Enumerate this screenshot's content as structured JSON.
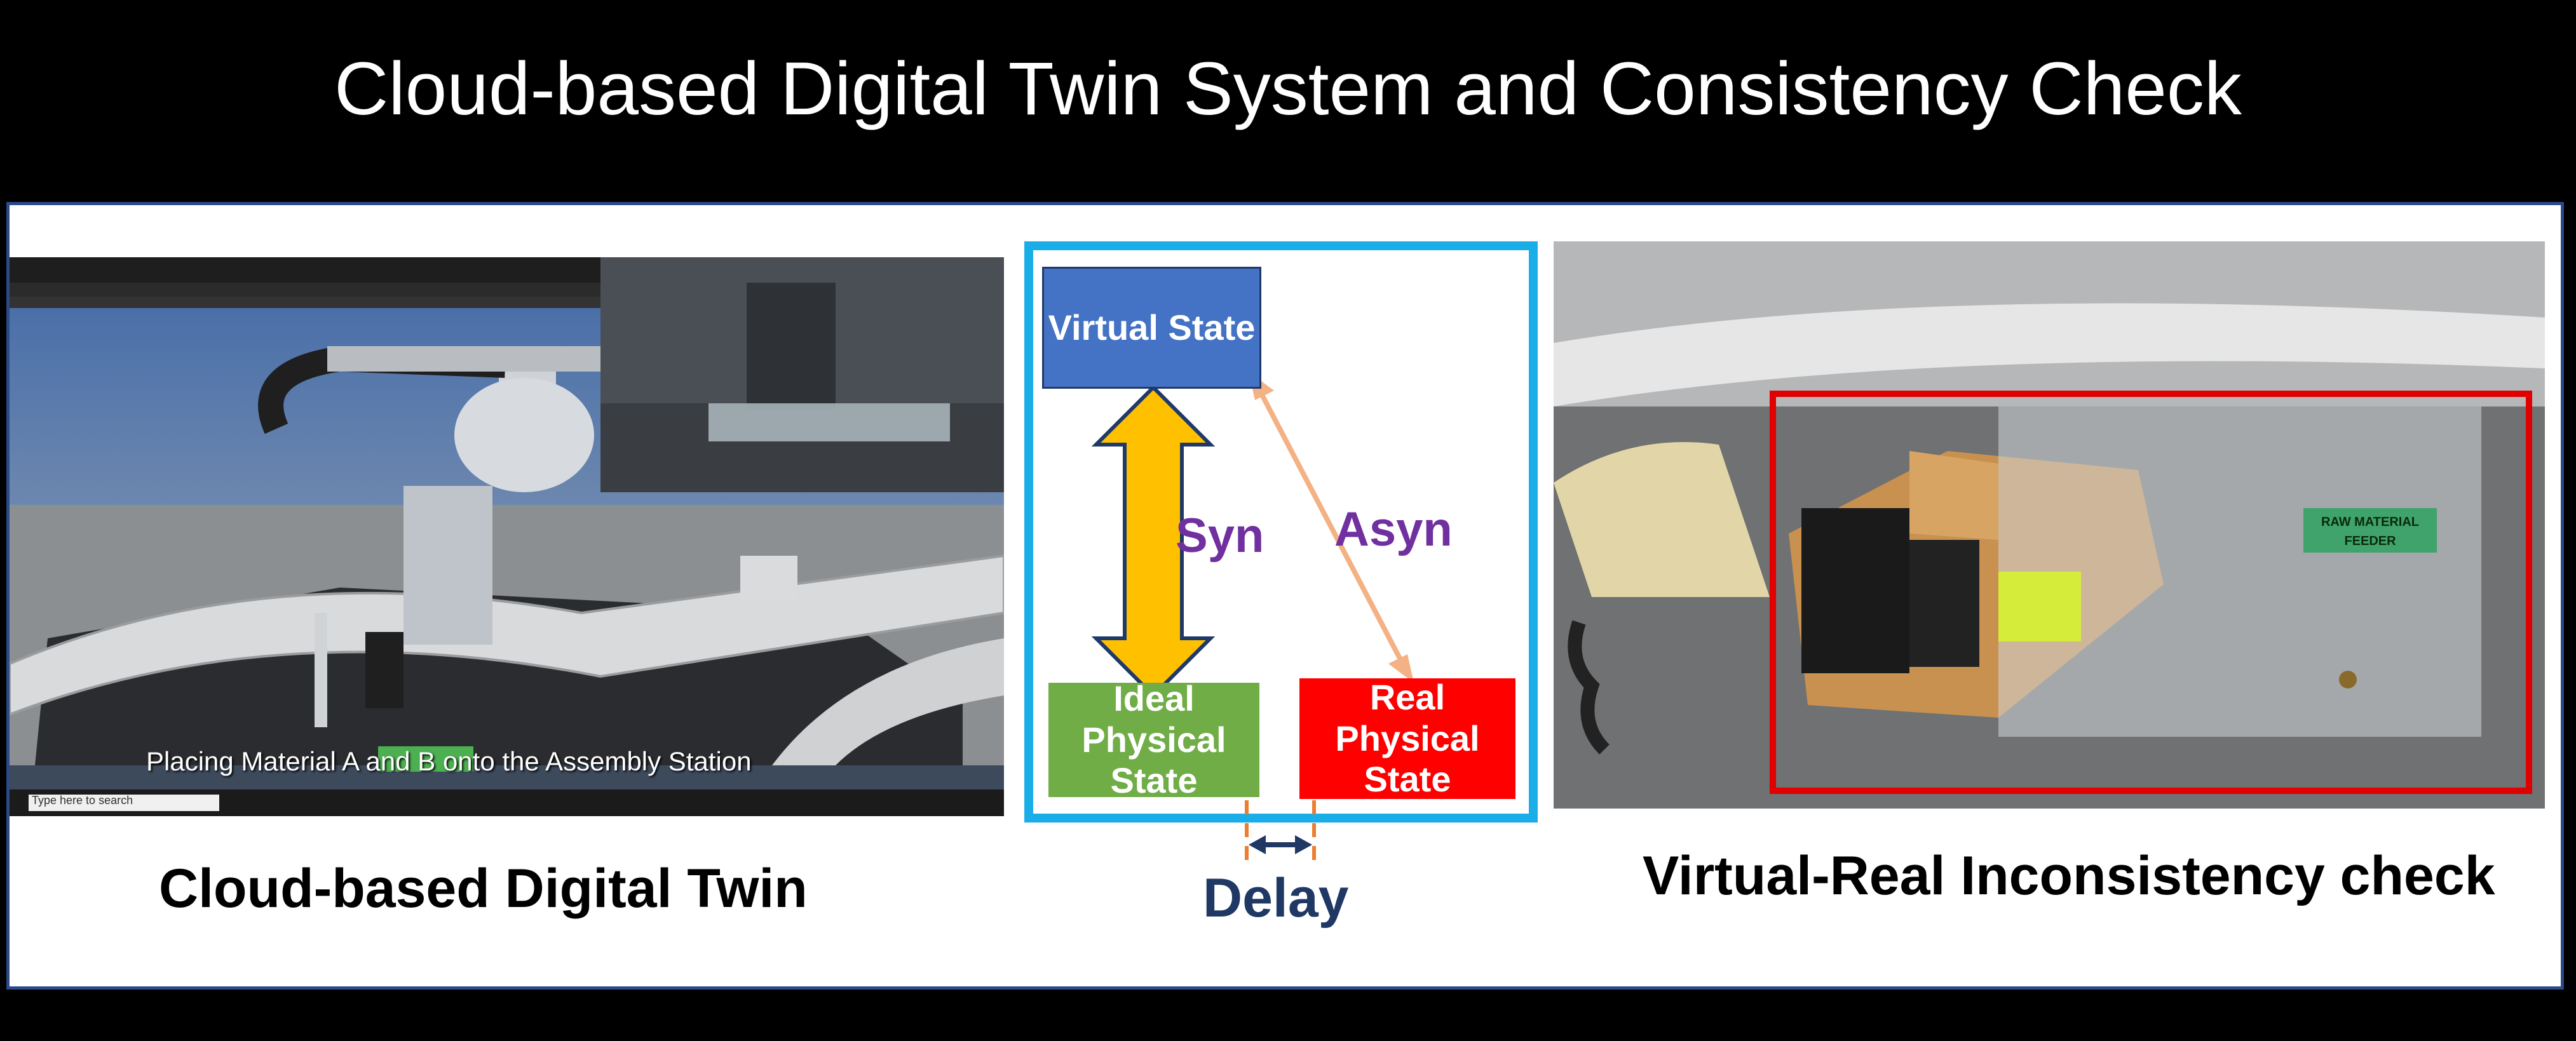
{
  "title": "Cloud-based Digital Twin System and Consistency Check",
  "left_panel": {
    "caption": "Placing Material A and B onto the Assembly Station",
    "label": "Cloud-based Digital Twin",
    "taskbar_search": "Type here to search"
  },
  "diagram": {
    "virtual_state": "Virtual State",
    "ideal_physical_state": "Ideal Physical State",
    "real_physical_state": "Real Physical State",
    "syn": "Syn",
    "asyn": "Asyn",
    "delay": "Delay",
    "colors": {
      "virtual": "#4472c4",
      "ideal": "#70ad47",
      "real": "#ff0000",
      "syn_arrow": "#ffc000",
      "asyn_arrow": "#f4b183",
      "frame": "#19aee8",
      "label": "#7030a0",
      "delay": "#1f3864"
    }
  },
  "right_panel": {
    "label": "Virtual-Real Inconsistency check",
    "sign_text": "RAW MATERIAL FEEDER",
    "highlight_color": "#e00000"
  }
}
